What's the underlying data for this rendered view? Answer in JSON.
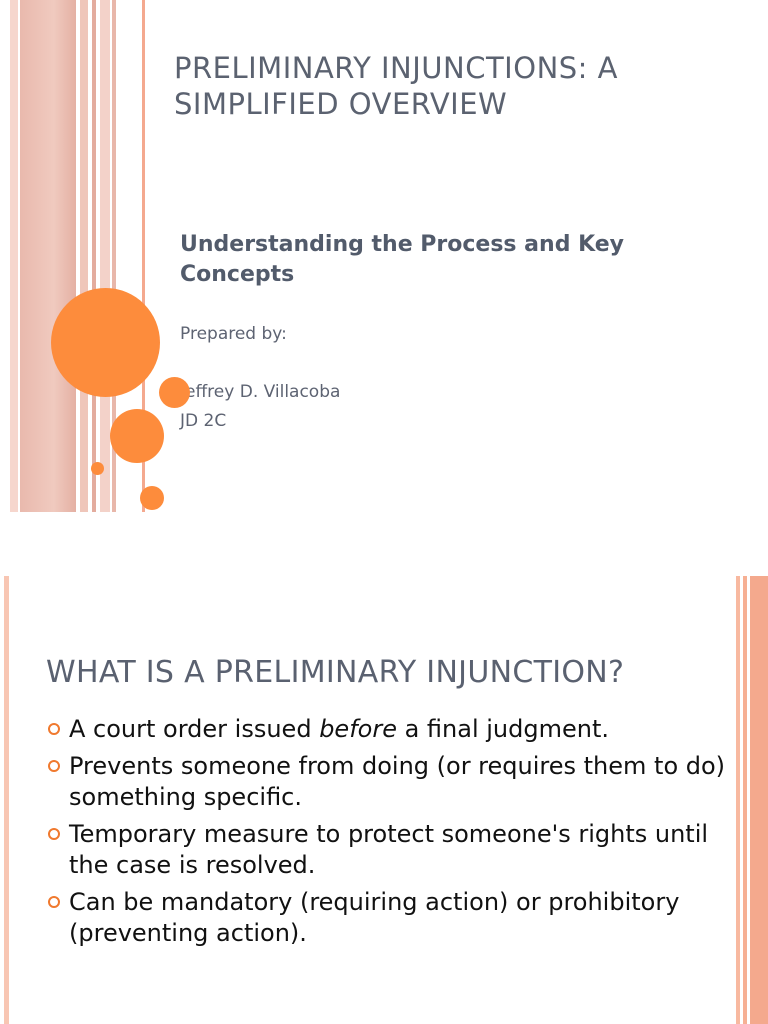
{
  "slide1": {
    "title": "PRELIMINARY INJUNCTIONS: A SIMPLIFIED OVERVIEW",
    "subtitle": "Understanding the Process and Key Concepts",
    "prepared_label": "Prepared by:",
    "author": "Jeffrey D. Villacoba",
    "class": "JD 2C"
  },
  "slide2": {
    "title": "WHAT IS A PRELIMINARY INJUNCTION?",
    "bullets": [
      {
        "before": "A court order issued ",
        "em": "before",
        "after": " a final judgment."
      },
      {
        "before": "Prevents someone from doing (or requires them to do) something specific.",
        "em": "",
        "after": ""
      },
      {
        "before": "Temporary measure to protect someone's rights until the case is resolved.",
        "em": "",
        "after": ""
      },
      {
        "before": "Can be mandatory (requiring action) or prohibitory (preventing action).",
        "em": "",
        "after": ""
      }
    ]
  },
  "colors": {
    "accent": "#fd8c3c",
    "stripe": "#f4a98d",
    "title_text": "#5b6270"
  }
}
